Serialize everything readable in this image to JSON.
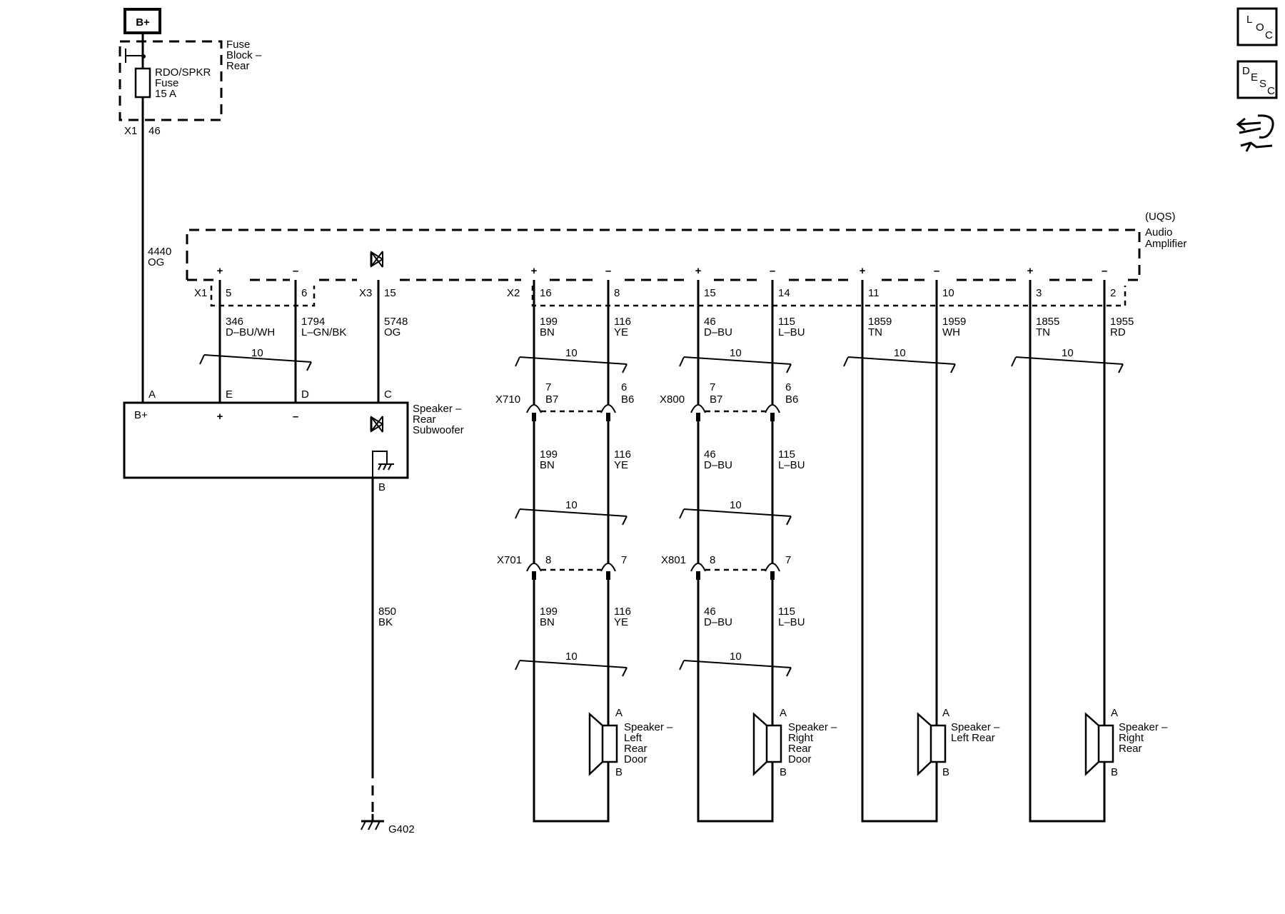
{
  "supply": {
    "label": "B+"
  },
  "fuse_block": {
    "title_lines": [
      "Fuse",
      "Block –",
      "Rear"
    ],
    "fuse_lines": [
      "RDO/SPKR",
      "Fuse",
      "15 A"
    ],
    "connector": "X1",
    "pin": "46"
  },
  "feed_wire": {
    "circuit": "4440",
    "color": "OG"
  },
  "amplifier": {
    "code": "(UQS)",
    "name_lines": [
      "Audio",
      "Amplifier"
    ],
    "connectors": {
      "x1": "X1",
      "x2": "X2",
      "x3": "X3"
    },
    "polarity": {
      "plus": "+",
      "minus": "–"
    },
    "pins": [
      "5",
      "6",
      "15",
      "16",
      "8",
      "15",
      "14",
      "11",
      "10",
      "3",
      "2"
    ]
  },
  "wires": {
    "sub": [
      {
        "circuit": "346",
        "color": "D–BU/WH"
      },
      {
        "circuit": "1794",
        "color": "L–GN/BK"
      },
      {
        "circuit": "5748",
        "color": "OG"
      }
    ],
    "left_door": {
      "plus": {
        "circuit": "199",
        "color": "BN"
      },
      "minus": {
        "circuit": "116",
        "color": "YE"
      }
    },
    "right_door": {
      "plus": {
        "circuit": "46",
        "color": "D–BU"
      },
      "minus": {
        "circuit": "115",
        "color": "L–BU"
      }
    },
    "left_rear": [
      {
        "circuit": "1859",
        "color": "TN"
      },
      {
        "circuit": "1959",
        "color": "WH"
      }
    ],
    "right_rear": [
      {
        "circuit": "1855",
        "color": "TN"
      },
      {
        "circuit": "1955",
        "color": "RD"
      }
    ],
    "ground": {
      "circuit": "850",
      "color": "BK"
    }
  },
  "twist_label": "10",
  "inline_connectors": {
    "x710": {
      "name": "X710",
      "pins": [
        "7",
        "B7",
        "6",
        "B6"
      ]
    },
    "x800": {
      "name": "X800",
      "pins": [
        "7",
        "B7",
        "6",
        "B6"
      ]
    },
    "x701": {
      "name": "X701",
      "pins": [
        "8",
        "7"
      ]
    },
    "x801": {
      "name": "X801",
      "pins": [
        "8",
        "7"
      ]
    }
  },
  "subwoofer": {
    "name_lines": [
      "Speaker –",
      "Rear",
      "Subwoofer"
    ],
    "pins": {
      "a": "A",
      "e": "E",
      "d": "D",
      "c": "C",
      "b": "B"
    },
    "b_plus": "B+",
    "plus": "+",
    "minus": "–"
  },
  "speakers": [
    {
      "name_lines": [
        "Speaker –",
        "Left",
        "Rear",
        "Door"
      ],
      "pin_a": "A",
      "pin_b": "B"
    },
    {
      "name_lines": [
        "Speaker –",
        "Right",
        "Rear",
        "Door"
      ],
      "pin_a": "A",
      "pin_b": "B"
    },
    {
      "name_lines": [
        "Speaker –",
        "Left Rear"
      ],
      "pin_a": "A",
      "pin_b": "B"
    },
    {
      "name_lines": [
        "Speaker –",
        "Right",
        "Rear"
      ],
      "pin_a": "A",
      "pin_b": "B"
    }
  ],
  "ground_point": "G402",
  "nav": {
    "loc": [
      "L",
      "O",
      "C"
    ],
    "desc": [
      "D",
      "E",
      "S",
      "C"
    ],
    "tools_icon": "connector-tool-icon"
  }
}
